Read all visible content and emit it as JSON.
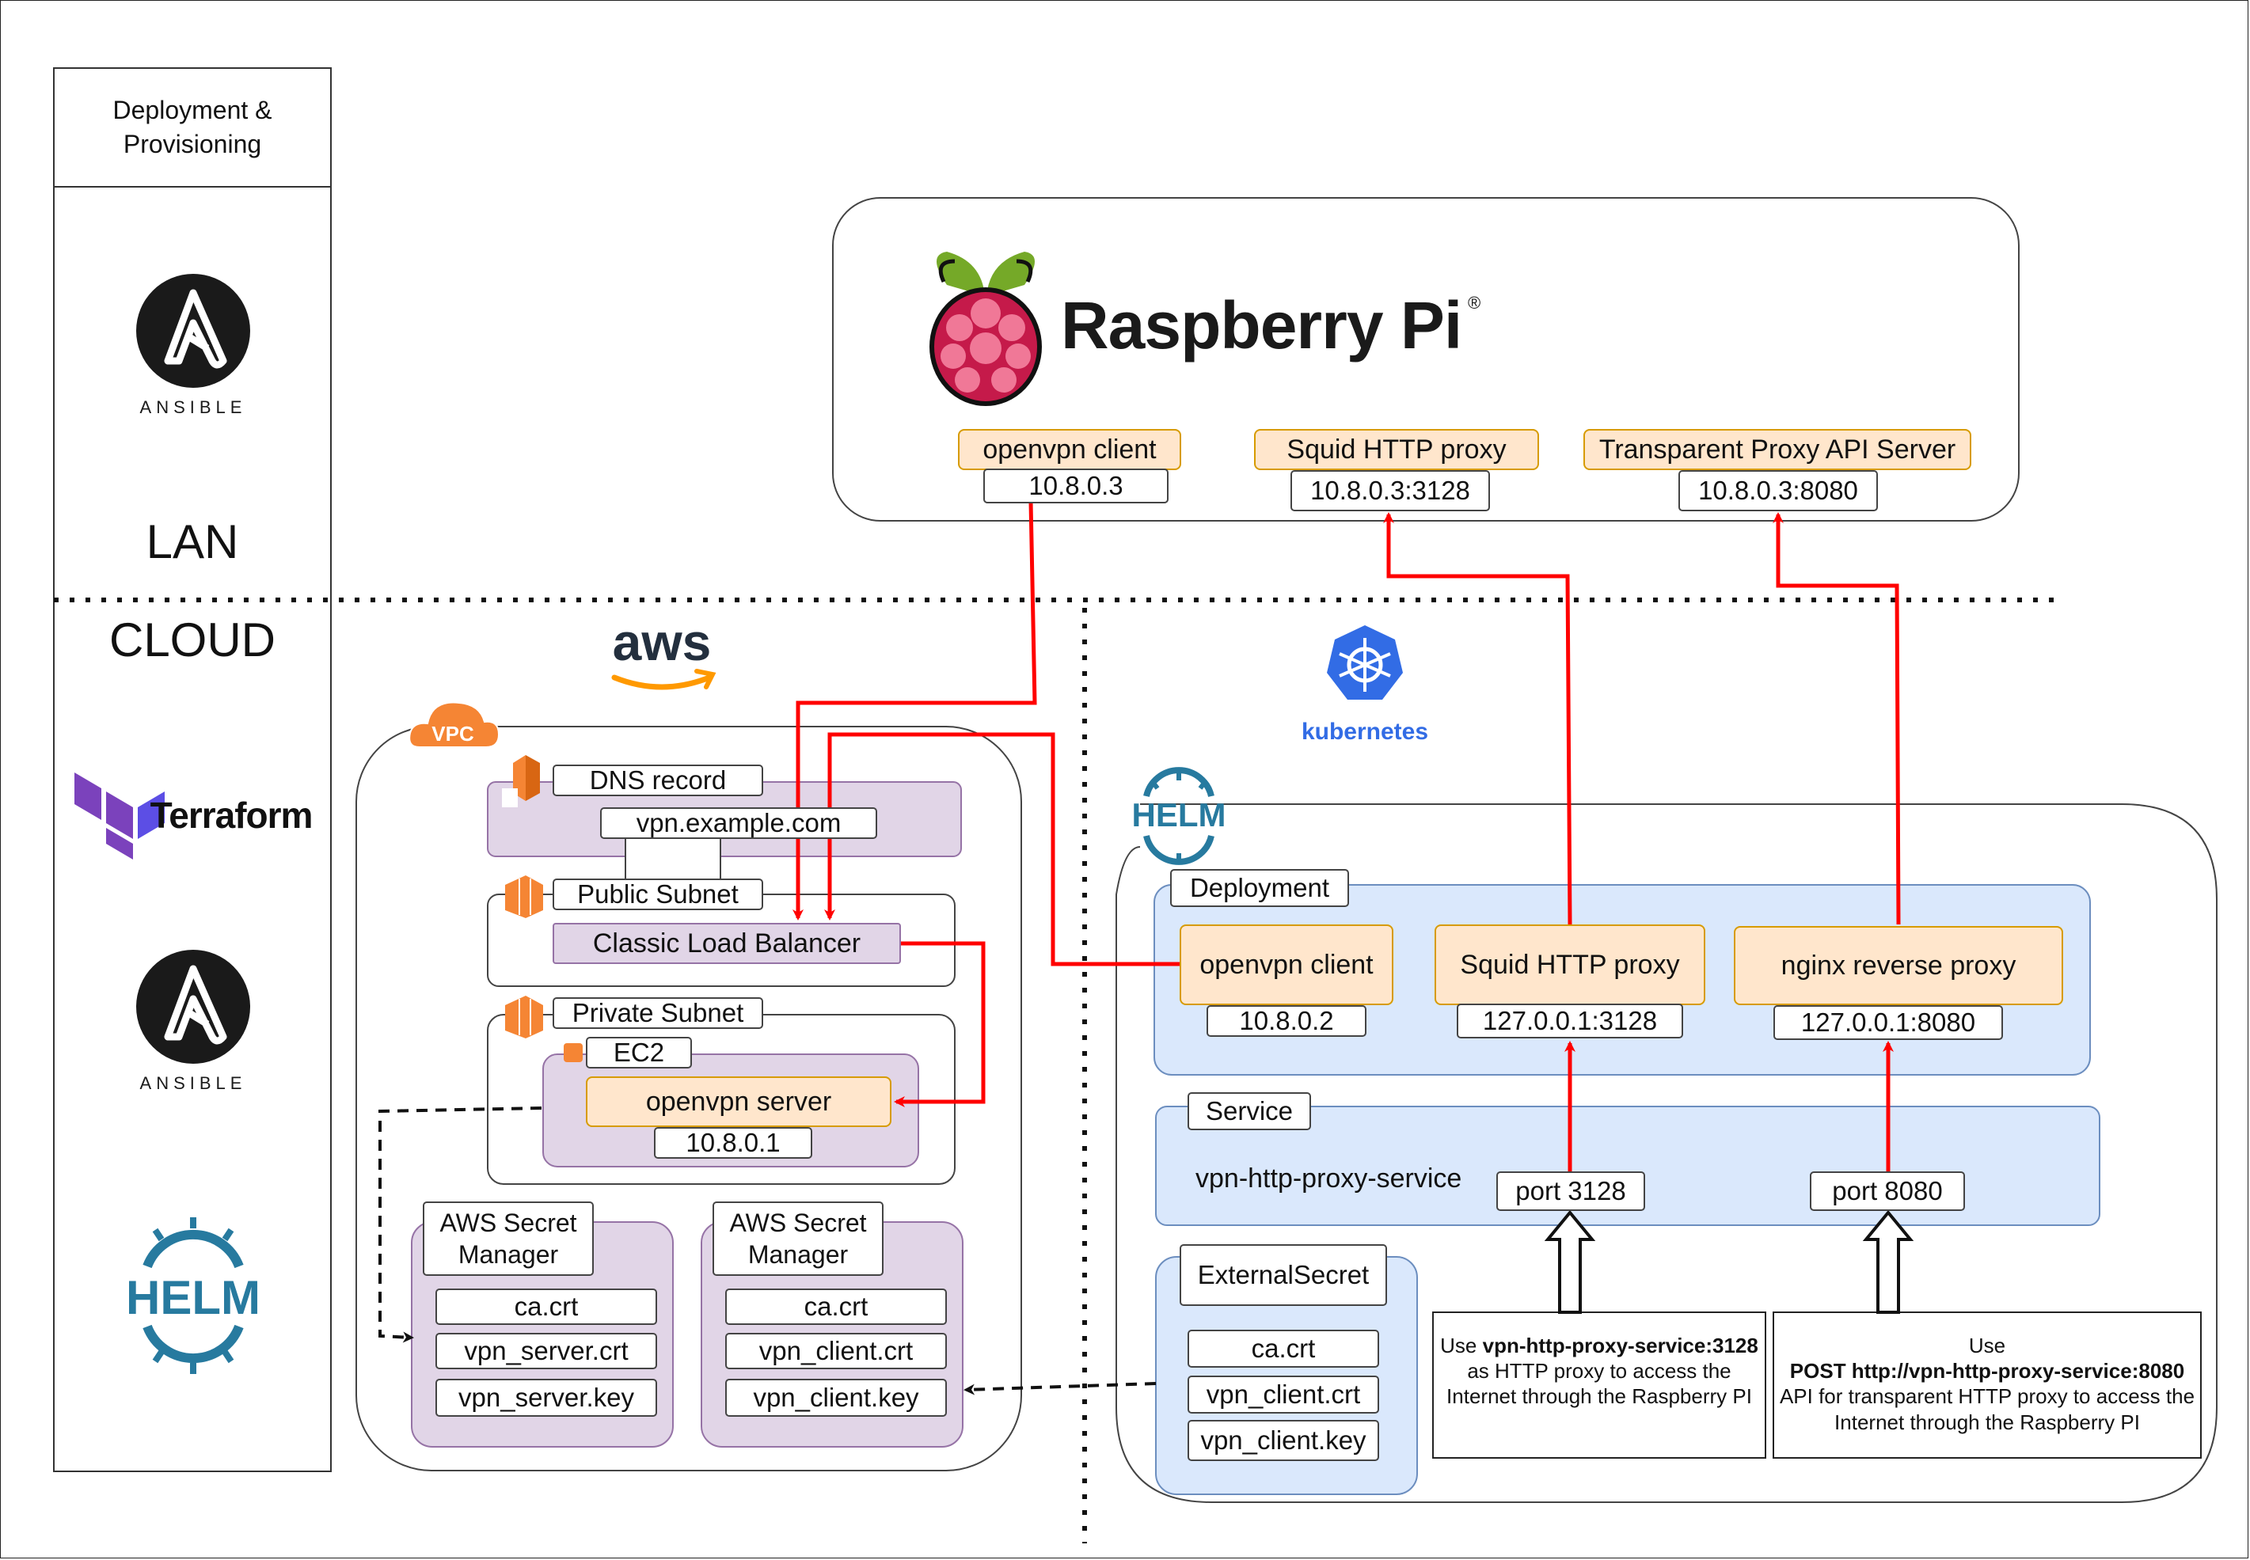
{
  "left_column": {
    "header": "Deployment & Provisioning",
    "lan_label": "LAN",
    "cloud_label": "CLOUD",
    "logos": {
      "ansible_top": "ANSIBLE",
      "terraform": "Terraform",
      "ansible_bottom": "ANSIBLE",
      "helm": "HELM"
    }
  },
  "raspberry": {
    "brand": "Raspberry Pi",
    "registered": "®",
    "openvpn_client": {
      "label": "openvpn client",
      "ip": "10.8.0.3"
    },
    "squid": {
      "label": "Squid HTTP proxy",
      "ip": "10.8.0.3:3128"
    },
    "api_server": {
      "label": "Transparent Proxy API Server",
      "ip": "10.8.0.3:8080"
    }
  },
  "aws": {
    "logo": "aws",
    "vpc": "VPC",
    "dns_record": {
      "label": "DNS record",
      "value": "vpn.example.com"
    },
    "public_subnet": {
      "label": "Public Subnet",
      "lb": "Classic Load Balancer"
    },
    "private_subnet": {
      "label": "Private Subnet",
      "ec2": "EC2",
      "server": "openvpn server",
      "ip": "10.8.0.1"
    },
    "secret_manager_1": {
      "title": [
        "AWS Secret",
        "Manager"
      ],
      "items": [
        "ca.crt",
        "vpn_server.crt",
        "vpn_server.key"
      ]
    },
    "secret_manager_2": {
      "title": [
        "AWS Secret",
        "Manager"
      ],
      "items": [
        "ca.crt",
        "vpn_client.crt",
        "vpn_client.key"
      ]
    }
  },
  "k8s": {
    "logo": "kubernetes",
    "helm": "HELM",
    "deployment": {
      "label": "Deployment",
      "openvpn_client": {
        "label": "openvpn client",
        "ip": "10.8.0.2"
      },
      "squid": {
        "label": "Squid HTTP proxy",
        "ip": "127.0.0.1:3128"
      },
      "nginx": {
        "label": "nginx reverse proxy",
        "ip": "127.0.0.1:8080"
      }
    },
    "service": {
      "label": "Service",
      "name": "vpn-http-proxy-service",
      "port1": "port 3128",
      "port2": "port 8080"
    },
    "external_secret": {
      "label": "ExternalSecret",
      "items": [
        "ca.crt",
        "vpn_client.crt",
        "vpn_client.key"
      ]
    },
    "note1": {
      "pre": "Use ",
      "bold": "vpn-http-proxy-service:3128",
      "post": " as HTTP proxy to access the Internet through the Raspberry PI"
    },
    "note2": {
      "pre": "Use",
      "bold": "POST http://vpn-http-proxy-service:8080",
      "post": "API for transparent HTTP proxy to access the Internet through the Raspberry PI"
    }
  },
  "colors": {
    "red": "#ff0000",
    "orange_fill": "#ffe6cc",
    "orange_border": "#d79b00",
    "purple_fill": "#e1d5e7",
    "blue_fill": "#dae8fc",
    "blue_border": "#6c8ebf",
    "ansible": "#1a1a1a",
    "terraform": "#7b42bc",
    "helm": "#277a9f",
    "k8s": "#326ce5",
    "aws_orange": "#ff9900",
    "raspberry": "#c51a4a",
    "leaf": "#75a928"
  }
}
